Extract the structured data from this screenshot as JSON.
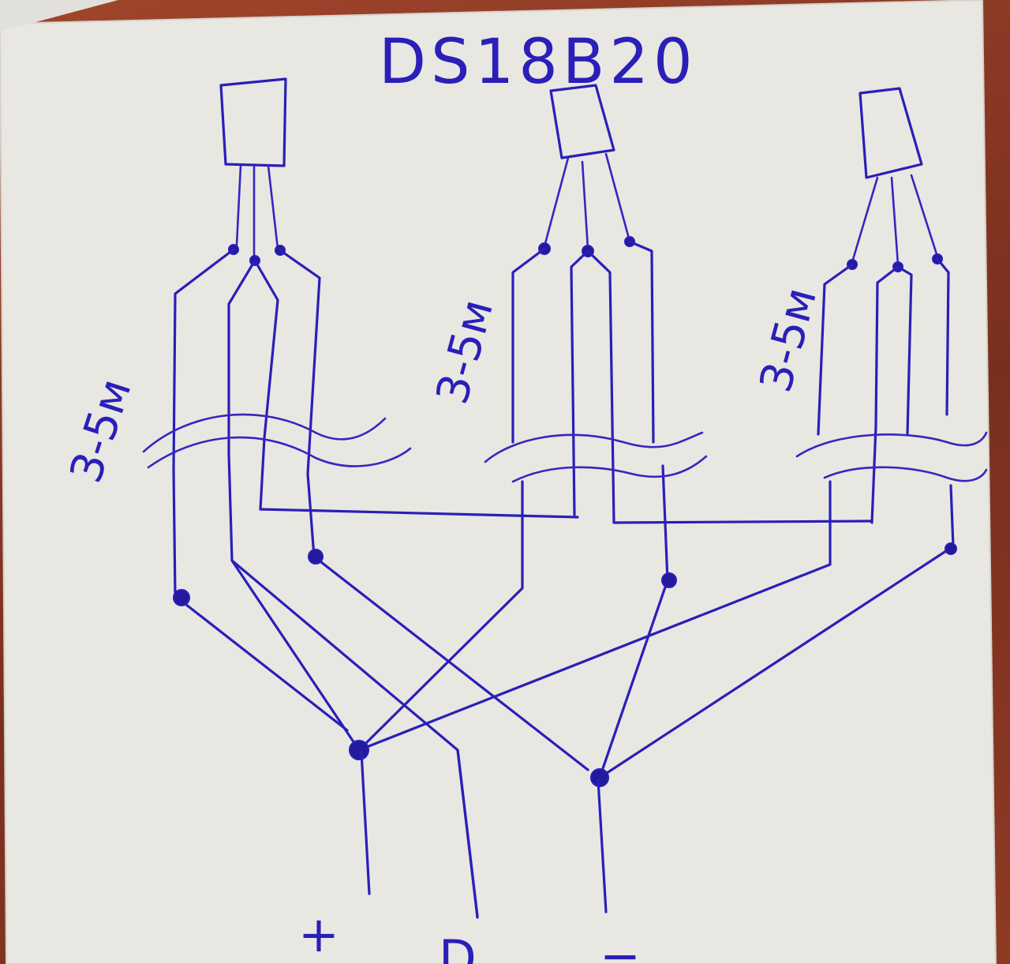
{
  "diagram": {
    "title": "DS18B20",
    "sensor_lengths": [
      "3-5м",
      "3-5м",
      "3-5м"
    ],
    "terminals": {
      "plus": "+",
      "data": "D",
      "minus": "−"
    },
    "ink_color": "#2a1fb8",
    "paper_color": "#e9e8e3"
  }
}
